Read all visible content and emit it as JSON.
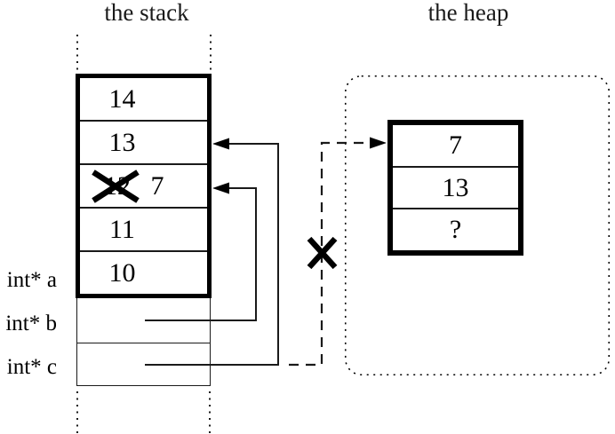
{
  "titles": {
    "stack": "the stack",
    "heap": "the heap"
  },
  "stack": {
    "cells": [
      {
        "value": "14"
      },
      {
        "value": "13"
      },
      {
        "old_value": "12",
        "new_value": "7",
        "crossed_out": true
      },
      {
        "value": "11"
      },
      {
        "value": "10"
      }
    ],
    "pointer_labels": [
      {
        "label": "int* a"
      },
      {
        "label": "int* b"
      },
      {
        "label": "int* c"
      }
    ]
  },
  "heap": {
    "cells": [
      {
        "value": "7"
      },
      {
        "value": "13"
      },
      {
        "value": "?"
      }
    ]
  },
  "icons": {
    "old_value_cross": "x-cross-out-icon",
    "dangling_pointer_cross": "x-cross-out-icon",
    "pointer_arrowheads": "triangle-arrowhead-icon"
  },
  "colors": {
    "foreground": "#000000",
    "background": "#ffffff"
  }
}
